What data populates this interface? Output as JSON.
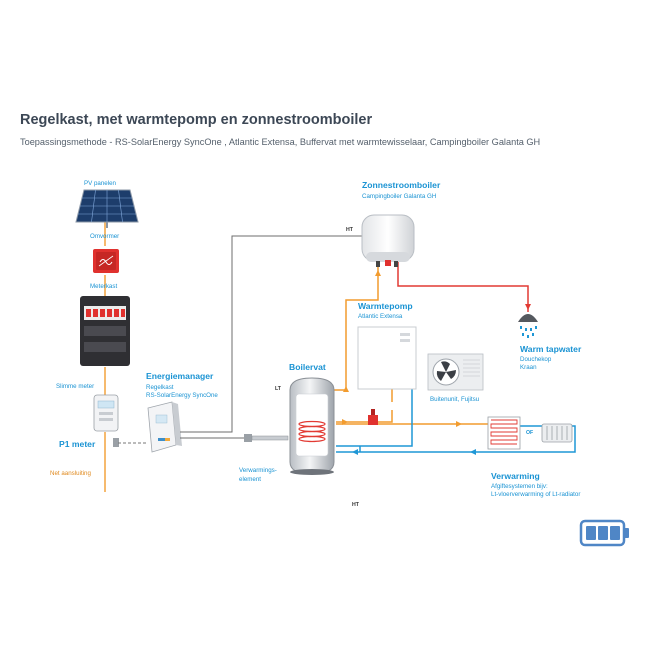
{
  "header": {
    "title": "Regelkast, met warmtepomp en zonnestroomboiler",
    "subtitle": "Toepassingsmethode - RS-SolarEnergy SyncOne , Atlantic Extensa, Buffervat met warmtewisselaar, Campingboiler Galanta GH"
  },
  "labels": {
    "pv": "PV panelen",
    "omvormer": "Omvormer",
    "meterkast": "Meterkast",
    "slimme_meter": "Slimme meter",
    "p1_meter": "P1 meter",
    "net_aansluiting": "Net aansluiting",
    "energiemanager_title": "Energiemanager",
    "energiemanager_line1": "Regelkast",
    "energiemanager_line2": "RS-SolarEnergy SyncOne",
    "zonnestroomboiler_title": "Zonnestroomboiler",
    "zonnestroomboiler_sub": "Campingboiler Galanta GH",
    "warmtepomp_title": "Warmtepomp",
    "warmtepomp_sub": "Atlantic Extensa",
    "buitenunit": "Buitenunit, Fujitsu",
    "boilervat": "Boilervat",
    "lt": "LT",
    "ht_top": "HT",
    "ht_bottom": "HT",
    "verwarmingselement_line1": "Verwarmings-",
    "verwarmingselement_line2": "element",
    "warm_tapwater_title": "Warm tapwater",
    "warm_tapwater_line1": "Douchekop",
    "warm_tapwater_line2": "Kraan",
    "verwarming_title": "Verwarming",
    "verwarming_line1": "Afgiftesystemen bijv:",
    "verwarming_line2": "Lt-vloerverwarming of Lt-radiator",
    "of": "OF"
  },
  "colors": {
    "hot": "#e23a33",
    "cold": "#1f97d6",
    "warm": "#f29c2f",
    "signal": "#777777",
    "dark": "#333333",
    "accent_blue": "#1a93d3",
    "battery": "#4f86c6"
  }
}
